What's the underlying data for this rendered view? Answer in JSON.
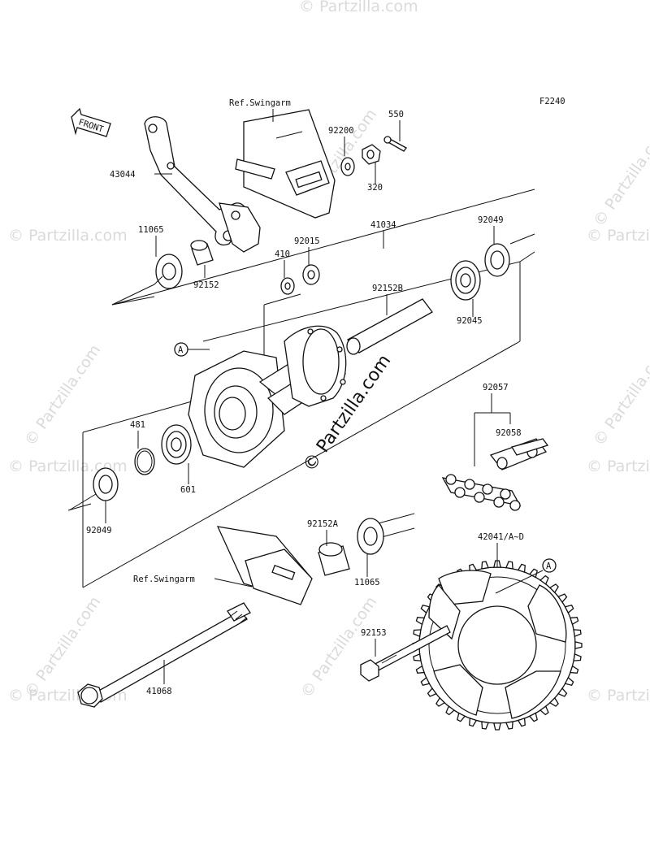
{
  "figure_code": "F2240",
  "front_arrow_text": "FRONT",
  "ref_swingarm_top": "Ref.Swingarm",
  "ref_swingarm_bottom": "Ref.Swingarm",
  "callout_a": "A",
  "watermark_text": "© Partzilla.com",
  "parts": {
    "p43044": "43044",
    "p11065_top": "11065",
    "p92152": "92152",
    "p92200": "92200",
    "p550": "550",
    "p320": "320",
    "p41034": "41034",
    "p92049_top": "92049",
    "p410": "410",
    "p92015": "92015",
    "p92152b": "92152B",
    "p92045": "92045",
    "p481": "481",
    "p601": "601",
    "p92049_bottom": "92049",
    "p92057": "92057",
    "p92058": "92058",
    "p92152a": "92152A",
    "p11065_bottom": "11065",
    "p42041": "42041/A~D",
    "p92153": "92153",
    "p41068": "41068"
  }
}
